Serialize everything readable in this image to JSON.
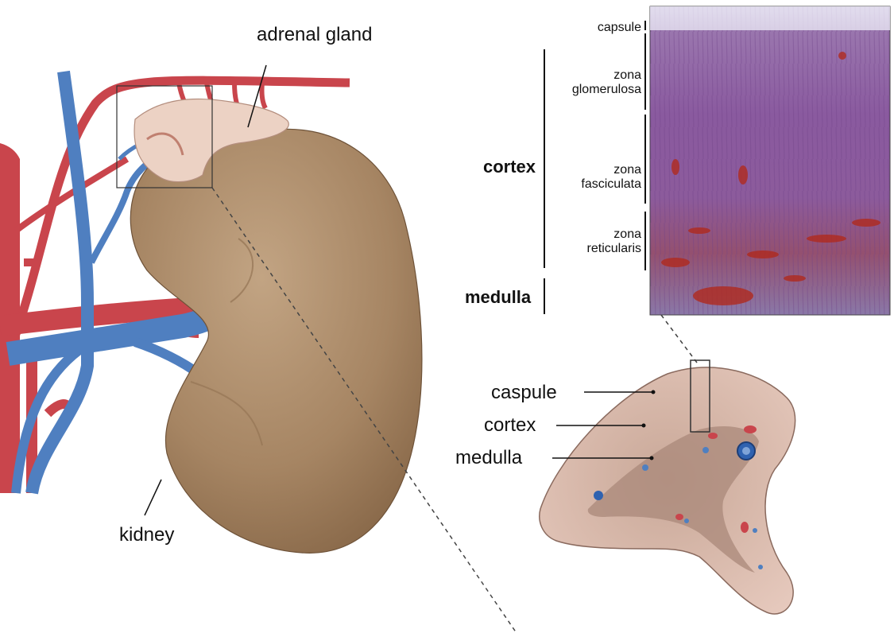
{
  "labels": {
    "adrenal_gland": "adrenal gland",
    "kidney": "kidney",
    "capsule_histo": "capsule",
    "zona_glomerulosa": "zona\nglomerulosa",
    "zona_fasciculata": "zona\nfasciculata",
    "zona_reticularis": "zona\nreticularis",
    "cortex_bold": "cortex",
    "medulla_bold": "medulla",
    "capsule_section": "caspule",
    "cortex_section": "cortex",
    "medulla_section": "medulla"
  },
  "colors": {
    "artery": "#c9454c",
    "vein": "#4f7fc0",
    "kidney": "#a88866",
    "adrenal": "#ecd2c4",
    "histology_purple": "#8a5a9e",
    "histology_red": "#b02a1e"
  }
}
